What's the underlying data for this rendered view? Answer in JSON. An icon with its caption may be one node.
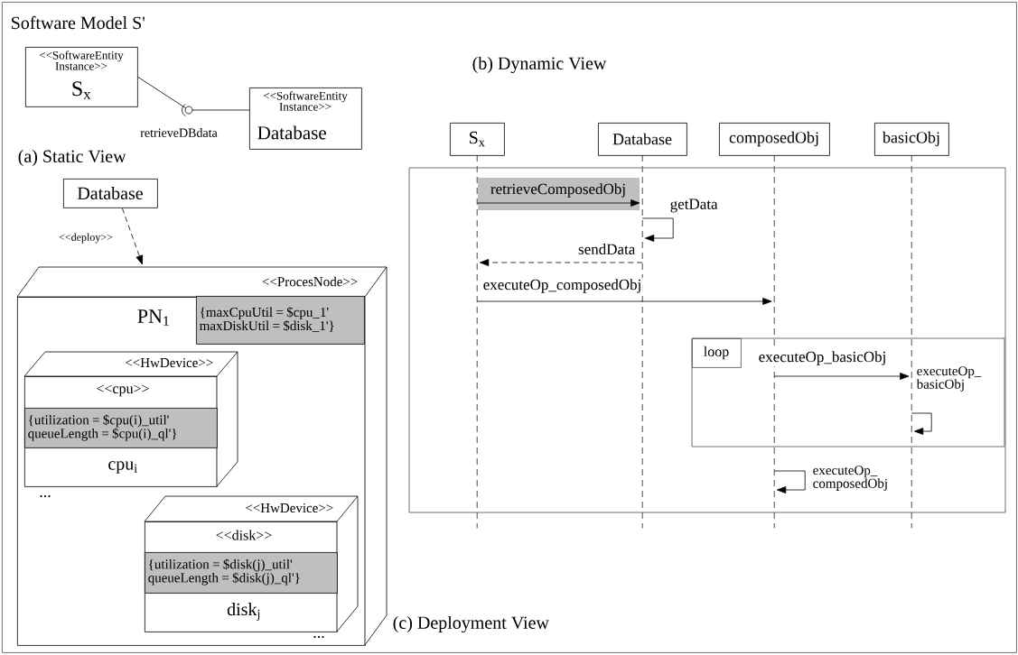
{
  "diagram": {
    "title": "Software Model S'",
    "nodes": [
      {
        "text": [],
        "shape": "box"
      },
      {
        "text": [
          "<<SoftwareEntity Instance>>",
          "S$_{x}$"
        ],
        "in": 0
      },
      {
        "text": [
          "<<SoftwareEntity Instance>>",
          "Database"
        ],
        "in": 0
      },
      {
        "text": [
          "Database"
        ],
        "in": 0
      },
      {
        "text": [
          "<<ProcesNode>>",
          "PN$_{1}$"
        ],
        "in": 0
      },
      {
        "text": [
          "{maxCpuUtil = $cpu_1' maxDiskUtil = $disk_1'}"
        ],
        "in": 4
      },
      {
        "text": [
          "<<HwDevice>>",
          "<<cpu>>",
          "cpu$_{i}$"
        ],
        "in": 4
      },
      {
        "text": [
          "{utilization = $cpu(i)_util' queueLength = $cpu(i)_ql'}"
        ],
        "in": 6
      },
      {
        "text": [
          "<<HwDevice>>",
          "<<disk>>",
          "disk$_{j}$"
        ],
        "in": 4
      },
      {
        "text": [
          "{utilization = $disk(j)_util' queueLength = $disk(j)_ql'}"
        ],
        "in": 8
      },
      {
        "text": [
          "S$_{x}$"
        ],
        "in": 0
      },
      {
        "text": [
          "Database"
        ],
        "in": 0
      },
      {
        "text": [
          "composedObj"
        ],
        "in": 0
      },
      {
        "text": [
          "basicObj"
        ],
        "in": 0
      },
      {
        "text": [
          "loop"
        ],
        "in": 0
      },
      {
        "text": [],
        "shape": "line",
        "in": 0
      },
      {
        "text": [],
        "shape": "line",
        "in": 0
      },
      {
        "text": [],
        "shape": "line",
        "in": 0
      },
      {
        "text": [],
        "shape": "line",
        "in": 0
      }
    ],
    "edges": [
      {
        "from": 1,
        "to": 2,
        "arrow": "none",
        "label": "retrieveDBdata"
      },
      {
        "from": 3,
        "to": 4,
        "arrow": "to",
        "style": "dashed",
        "label": "<<deploy>>"
      },
      {
        "from": 15,
        "to": 16,
        "arrow": "to",
        "label": "retrieveComposedObj"
      },
      {
        "from": 16,
        "to": 16,
        "arrow": "to",
        "label": "getData"
      },
      {
        "from": 16,
        "to": 15,
        "arrow": "to",
        "style": "dashed",
        "label": "sendData"
      },
      {
        "from": 15,
        "to": 17,
        "arrow": "to",
        "label": "executeOp_composedObj"
      },
      {
        "from": 17,
        "to": 18,
        "arrow": "to",
        "label": "executeOp_basicObj"
      },
      {
        "from": 18,
        "to": 18,
        "arrow": "to",
        "label": "executeOp_ basicObj"
      },
      {
        "from": 17,
        "to": 17,
        "arrow": "to",
        "label": "executeOp_ composedObj"
      }
    ],
    "labels": [
      "(b) Dynamic View",
      "(a) Static View",
      "...",
      "...",
      "(c) Deployment View"
    ]
  }
}
